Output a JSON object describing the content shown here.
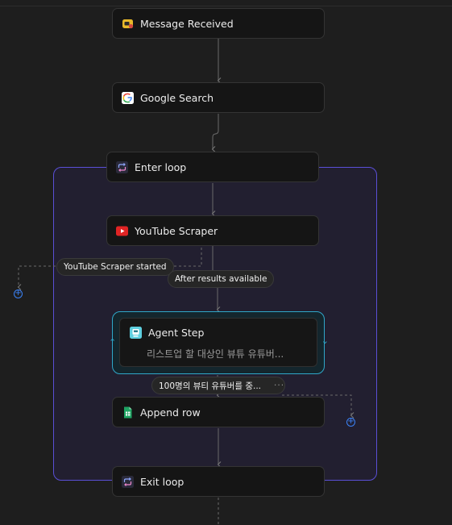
{
  "nodes": {
    "message_received": {
      "label": "Message Received",
      "icon": "message-received-icon"
    },
    "google_search": {
      "label": "Google Search",
      "icon": "google-icon"
    },
    "enter_loop": {
      "label": "Enter loop",
      "icon": "loop-icon"
    },
    "youtube_scraper": {
      "label": "YouTube Scraper",
      "icon": "youtube-icon"
    },
    "agent_step": {
      "label": "Agent Step",
      "description": "리스트업 할 대상인 뷰튜 유튜버...",
      "icon": "agent-icon"
    },
    "append_row": {
      "label": "Append row",
      "icon": "google-sheets-icon"
    },
    "exit_loop": {
      "label": "Exit loop",
      "icon": "loop-icon"
    }
  },
  "edge_labels": {
    "scraper_started": "YouTube Scraper started",
    "after_results": "After results available",
    "agent_output": "100명의 뷰티 유튜버를 중...",
    "more": "···"
  },
  "add_buttons": {
    "symbol": "+"
  },
  "colors": {
    "background": "#1e1e1e",
    "loop_border": "#5a4fd6",
    "loop_fill": "#221f30",
    "agent_highlight": "#2fa7c9",
    "add_button": "#3b82f6",
    "edge": "#6e6e6e"
  }
}
